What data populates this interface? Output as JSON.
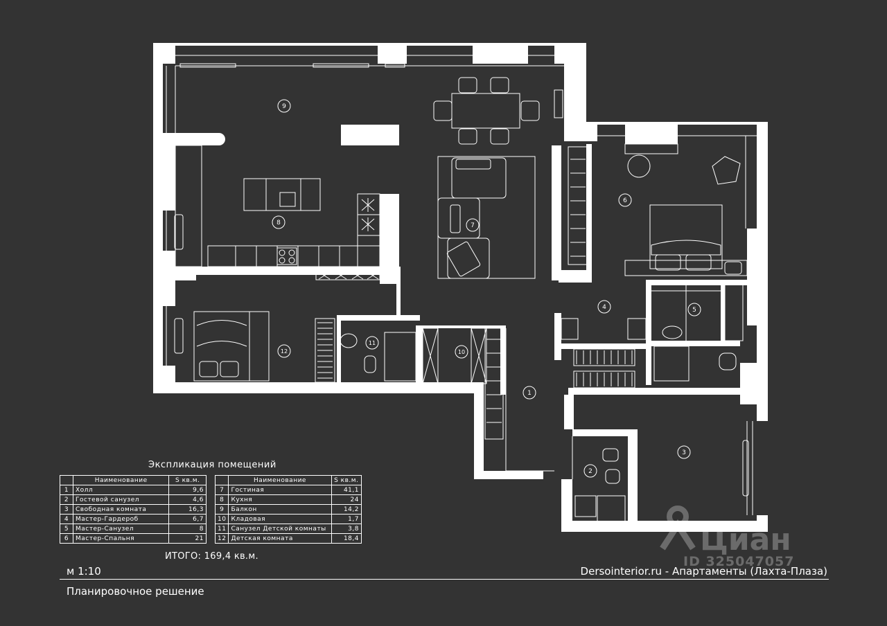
{
  "rooms": [
    {
      "num": "1",
      "name": "Холл",
      "area": "9,6"
    },
    {
      "num": "2",
      "name": "Гостевой санузел",
      "area": "4,6"
    },
    {
      "num": "3",
      "name": "Свободная комната",
      "area": "16,3"
    },
    {
      "num": "4",
      "name": "Мастер-Гардероб",
      "area": "6,7"
    },
    {
      "num": "5",
      "name": "Мастер-Санузел",
      "area": "8"
    },
    {
      "num": "6",
      "name": "Мастер-Спальня",
      "area": "21"
    },
    {
      "num": "7",
      "name": "Гостиная",
      "area": "41,1"
    },
    {
      "num": "8",
      "name": "Кухня",
      "area": "24"
    },
    {
      "num": "9",
      "name": "Балкон",
      "area": "14,2"
    },
    {
      "num": "10",
      "name": "Кладовая",
      "area": "1,7"
    },
    {
      "num": "11",
      "name": "Санузел Детской комнаты",
      "area": "3,8"
    },
    {
      "num": "12",
      "name": "Детская комната",
      "area": "18,4"
    }
  ],
  "legend": {
    "title": "Экспликация помещений",
    "col_name": "Наименование",
    "col_area": "S кв.м.",
    "total": "ИТОГО: 169,4 кв.м."
  },
  "footer": {
    "scale": "м 1:10",
    "project": "Dersointerior.ru - Апартаменты (Лахта-Плаза)",
    "subtitle": "Планировочное решение"
  },
  "watermark": {
    "brand": "Циан",
    "id": "ID 325047057"
  }
}
